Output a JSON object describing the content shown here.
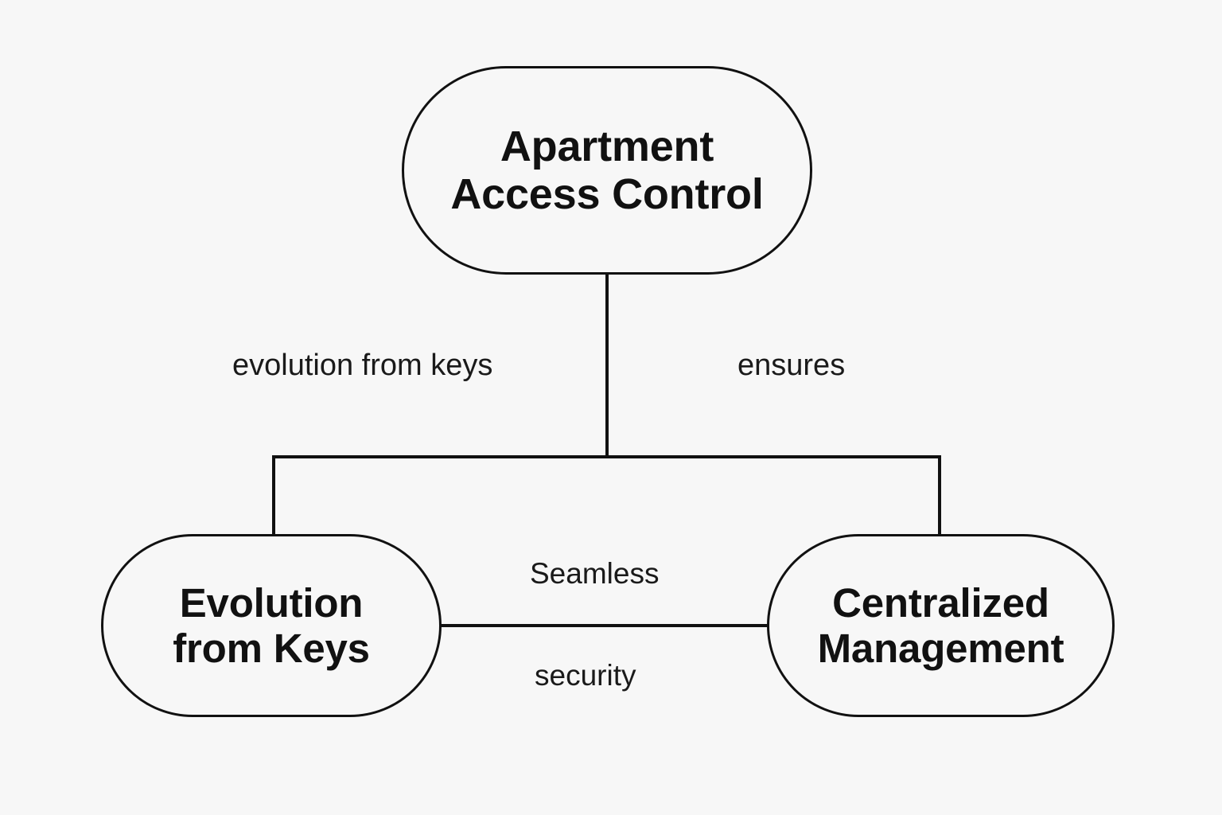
{
  "diagram": {
    "title": "Apartment Access Control concept map",
    "background_color": "#f7f7f7",
    "stroke_color": "#111111",
    "text_color": "#111111",
    "nodes": [
      {
        "id": "root",
        "label": "Apartment\nAccess Control",
        "shape": "stadium"
      },
      {
        "id": "evolution",
        "label": "Evolution\nfrom Keys",
        "shape": "stadium"
      },
      {
        "id": "centralized",
        "label": "Centralized\nManagement",
        "shape": "stadium"
      }
    ],
    "edges": [
      {
        "id": "root-to-evolution",
        "from": "root",
        "to": "evolution",
        "label": "evolution from keys"
      },
      {
        "id": "root-to-centralized",
        "from": "root",
        "to": "centralized",
        "label": "ensures"
      },
      {
        "id": "evolution-to-centralized",
        "from": "evolution",
        "to": "centralized",
        "label_above": "Seamless",
        "label_below": "security"
      }
    ]
  }
}
